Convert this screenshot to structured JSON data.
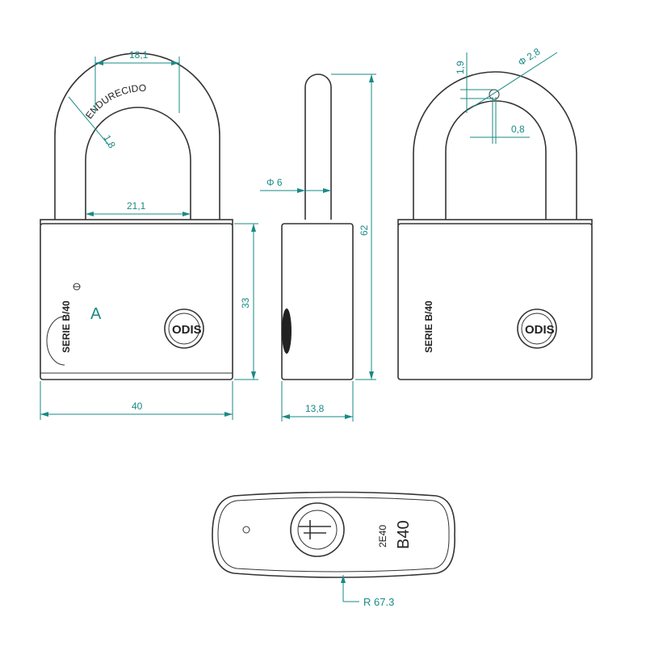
{
  "colors": {
    "dimension": "#1a8a86",
    "outline": "#333333"
  },
  "front_view": {
    "shackle_label": "ENDURECIDO",
    "dim_shackle_outer": "18,1",
    "dim_shackle_thickness": "1,8",
    "dim_shackle_inner": "21,1",
    "dim_body_height": "33",
    "dim_body_width": "40",
    "body_label": "SERIE B/40",
    "marker_letter": "A"
  },
  "side_view": {
    "dim_shackle_diameter": "Φ 6",
    "dim_total_height": "62",
    "dim_depth": "13,8"
  },
  "back_view": {
    "dim_hole_offset": "1,9",
    "dim_hole_diameter": "Φ 2,8",
    "dim_hole_spacing": "0,8",
    "body_label": "SERIE B/40"
  },
  "bottom_view": {
    "code_small": "2E40",
    "code_large": "B40",
    "dim_radius": "R 67.3"
  }
}
